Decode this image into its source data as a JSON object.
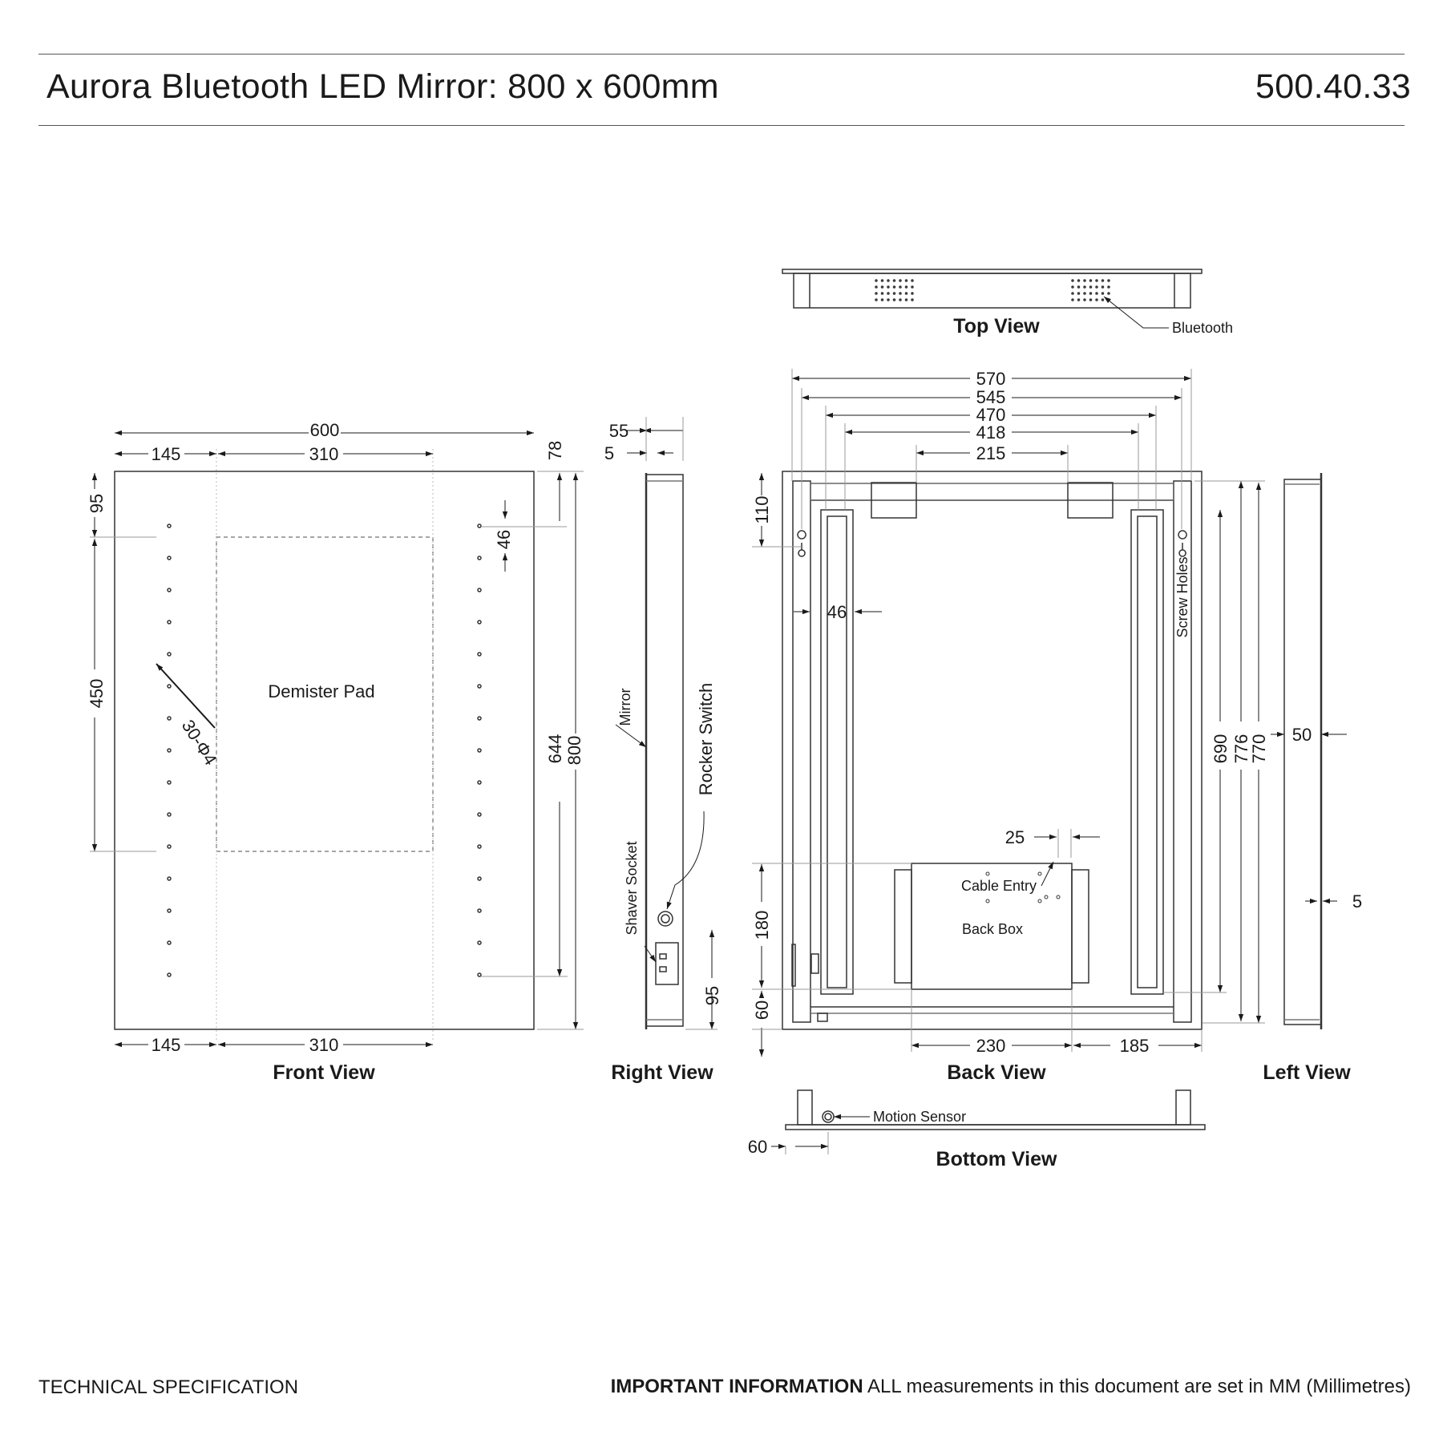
{
  "header": {
    "title": "Aurora Bluetooth LED Mirror: 800 x 600mm",
    "code": "500.40.33"
  },
  "views": {
    "front": "Front View",
    "right": "Right View",
    "back": "Back View",
    "left": "Left View",
    "top": "Top View",
    "bottom": "Bottom View"
  },
  "callouts": {
    "demister": "Demister Pad",
    "holes": "30-Φ4",
    "mirror": "Mirror",
    "rocker": "Rocker Switch",
    "shaver": "Shaver Socket",
    "screw_holes": "Screw Holes",
    "cable_entry": "Cable Entry",
    "back_box": "Back Box",
    "bluetooth": "Bluetooth",
    "motion": "Motion Sensor"
  },
  "dimensions": {
    "front": {
      "width": "600",
      "left": "145",
      "mid": "310",
      "right_offset": "78",
      "top": "95",
      "pad_height": "450",
      "spacing": "46",
      "led_run": "644",
      "height": "800",
      "bottom_left": "145",
      "bottom_mid": "310"
    },
    "right": {
      "depth": "55",
      "glass": "5",
      "socket": "95"
    },
    "back": {
      "w570": "570",
      "w545": "545",
      "w470": "470",
      "w418": "418",
      "w215": "215",
      "top110": "110",
      "rail46": "46",
      "d25": "25",
      "box180": "180",
      "bottom60": "60",
      "w230": "230",
      "w185": "185",
      "h690": "690",
      "h776": "776",
      "h770": "770"
    },
    "left": {
      "depth": "50",
      "glass": "5"
    },
    "bottom": {
      "offset": "60"
    }
  },
  "footer": {
    "left": "TECHNICAL SPECIFICATION",
    "right_bold": "IMPORTANT INFORMATION",
    "right_text": "ALL measurements in this document are set in MM (Millimetres)"
  }
}
